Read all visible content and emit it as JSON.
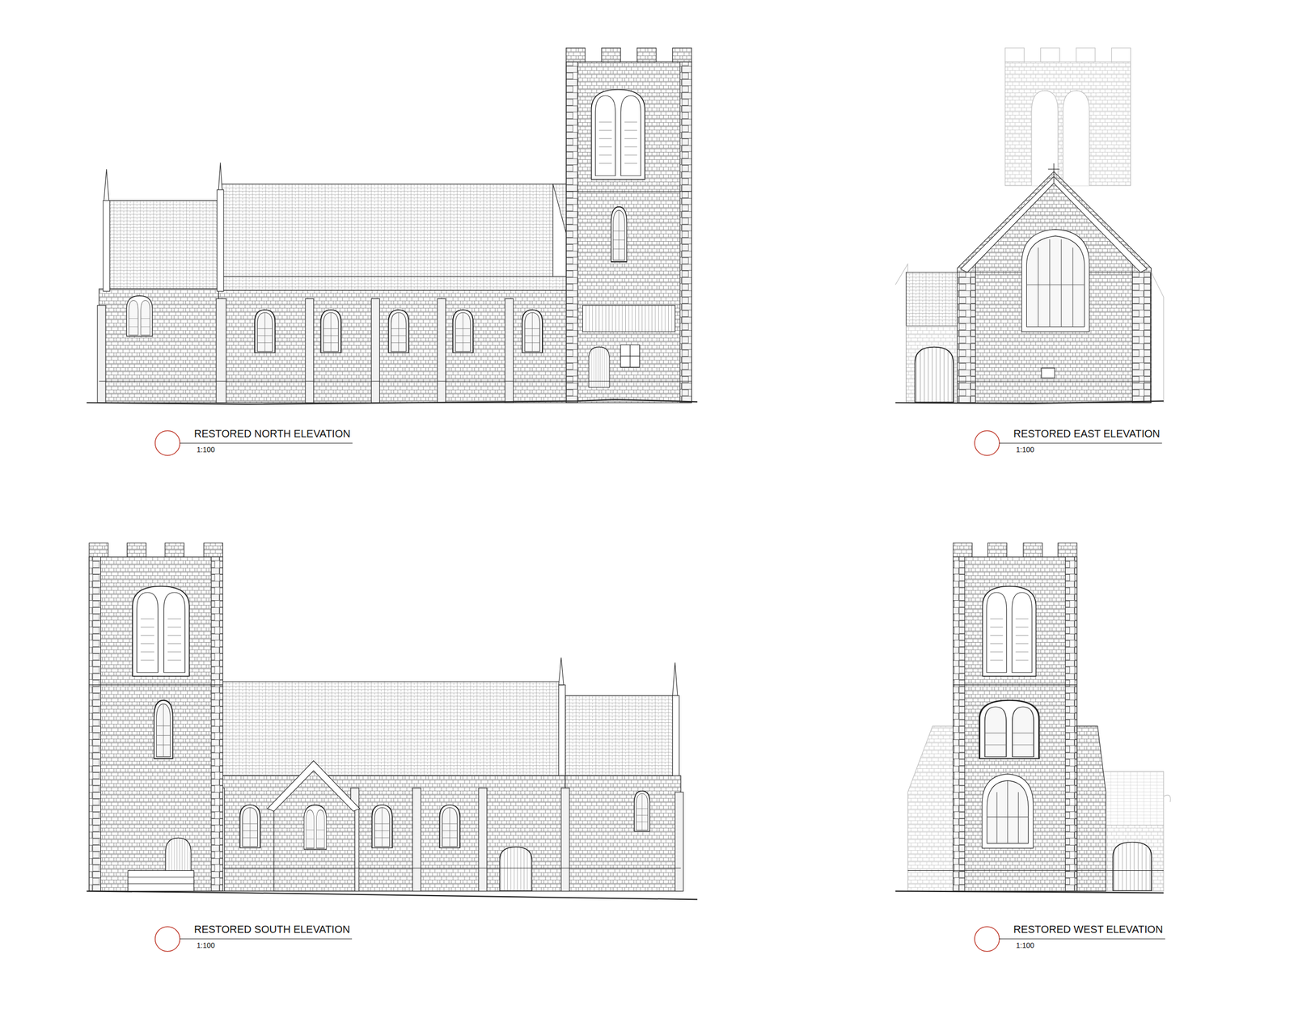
{
  "diagram": {
    "labels": [
      "RESTORED NORTH ELEVATION",
      "1:100",
      "RESTORED EAST ELEVATION",
      "1:100",
      "RESTORED SOUTH ELEVATION",
      "1:100",
      "RESTORED WEST ELEVATION",
      "1:100"
    ]
  }
}
